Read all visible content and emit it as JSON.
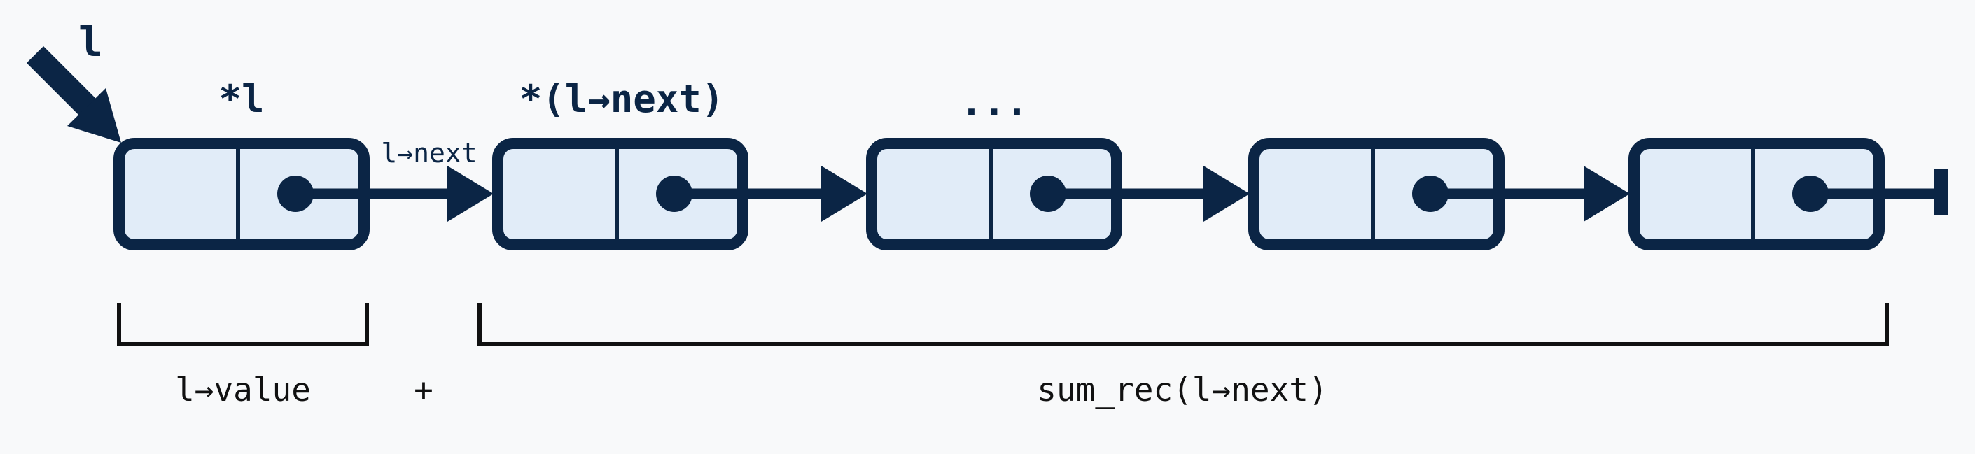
{
  "colors": {
    "node_stroke": "#0b2545",
    "node_fill": "#e1ecf8",
    "bracket": "#111111",
    "background": "#f8f9fa"
  },
  "labels": {
    "pointer_var": "l",
    "node1": "*l",
    "edge1": "l→next",
    "node2": "*(l→next)",
    "ellipsis": "...",
    "left_expr": "l→value",
    "plus": "+",
    "right_expr": "sum_rec(l→next)"
  },
  "nodes": [
    {
      "name": "node-1"
    },
    {
      "name": "node-2"
    },
    {
      "name": "node-3"
    },
    {
      "name": "node-4"
    },
    {
      "name": "node-5"
    }
  ],
  "icons": {
    "entry_pointer": "thick-arrow-icon",
    "list_end": "null-terminator-icon"
  }
}
